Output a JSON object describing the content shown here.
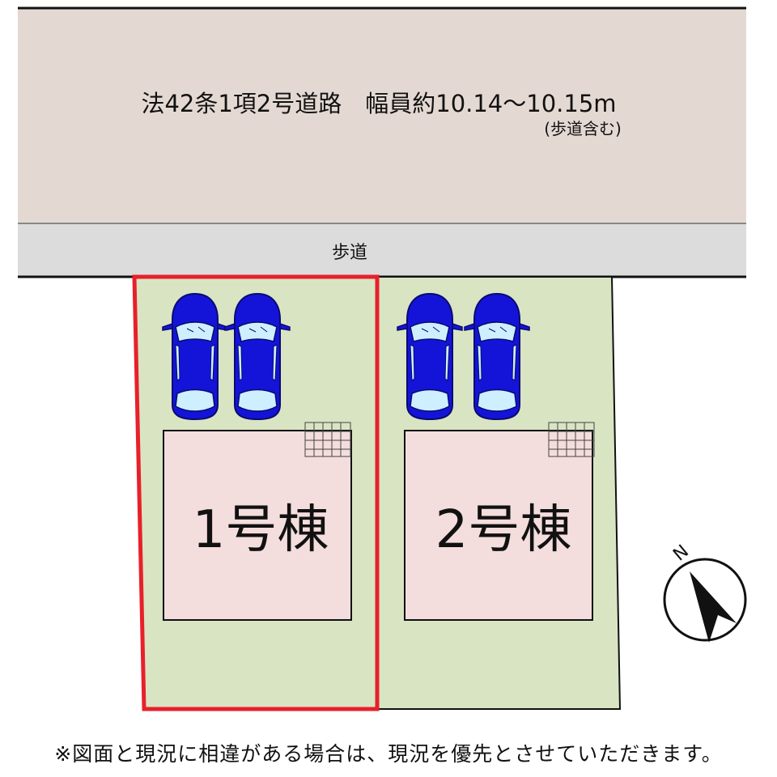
{
  "road": {
    "label": "法42条1項2号道路　幅員約10.14～10.15m",
    "sublabel": "(歩道含む)"
  },
  "sidewalk": {
    "label": "歩道"
  },
  "lots": [
    {
      "building_label": "1号棟",
      "highlighted": true
    },
    {
      "building_label": "2号棟",
      "highlighted": false
    }
  ],
  "compass": {
    "letter": "N"
  },
  "note": "※図面と現況に相違がある場合は、現況を優先とさせていただきます。",
  "colors": {
    "road": "#e4d9d2",
    "sidewalk": "#dcdcdc",
    "lot": "#d9e4c3",
    "building": "#f4dddd",
    "highlight": "#e8202a",
    "car_body": "#1414d8",
    "car_glass": "#cdefff"
  }
}
